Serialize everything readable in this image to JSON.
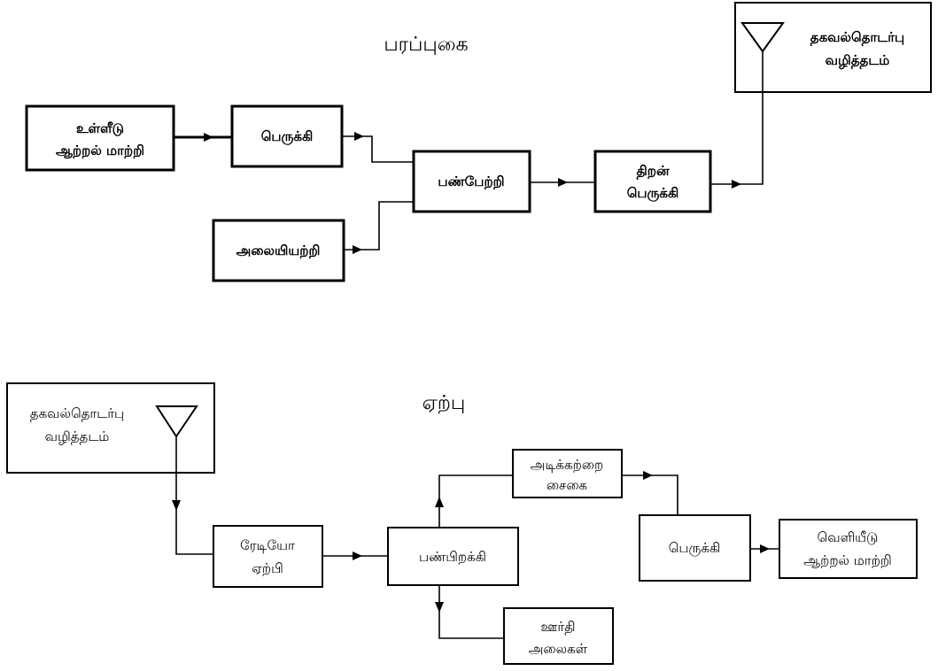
{
  "transmitter": {
    "title": "பரப்புகை",
    "input_transducer": [
      "உள்ளீடு",
      "ஆற்றல் மாற்றி"
    ],
    "amplifier": "பெருக்கி",
    "oscillator": "அலையியற்றி",
    "modulator": "பண்பேற்றி",
    "power_amplifier": [
      "திறன்",
      "பெருக்கி"
    ],
    "channel": [
      "தகவல்தொடர்பு",
      "வழித்தடம்"
    ]
  },
  "receiver": {
    "title": "ஏற்பு",
    "channel": [
      "தகவல்தொடர்பு",
      "வழித்தடம்"
    ],
    "radio_receiver": [
      "ரேடியோ",
      "ஏற்பி"
    ],
    "demodulator": "பண்பிறக்கி",
    "baseband_signal": [
      "அடிக்கற்றை",
      "சைகை"
    ],
    "carrier_waves": [
      "ஊர்தி",
      "அலைகள்"
    ],
    "amplifier": "பெருக்கி",
    "output_transducer": [
      "வெளியீடு",
      "ஆற்றல் மாற்றி"
    ]
  }
}
